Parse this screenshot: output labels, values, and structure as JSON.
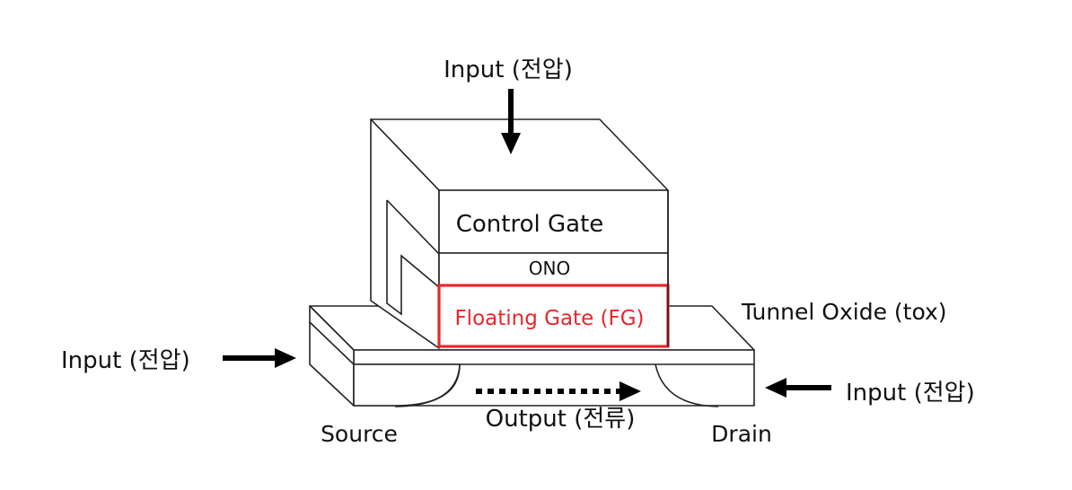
{
  "labels": {
    "input_top": "Input (전압)",
    "input_left": "Input (전압)",
    "input_right": "Input (전압)",
    "control_gate": "Control Gate",
    "ono": "ONO",
    "floating_gate": "Floating Gate (FG)",
    "tunnel_oxide": "Tunnel Oxide (tox)",
    "output": "Output (전류)",
    "source": "Source",
    "drain": "Drain"
  },
  "colors": {
    "floating_gate_accent": "#e8262b",
    "line": "#222222",
    "arrow": "#000000"
  }
}
